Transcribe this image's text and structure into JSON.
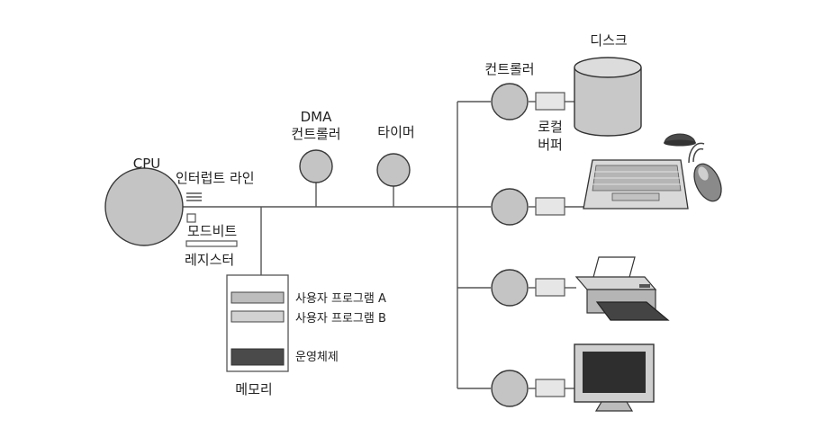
{
  "labels": {
    "cpu": "CPU",
    "interrupt_line": "인터럽트 라인",
    "mode_bit": "모드비트",
    "register": "레지스터",
    "dma_line1": "DMA",
    "dma_line2": "컨트롤러",
    "timer": "타이머",
    "controller": "컨트롤러",
    "disk": "디스크",
    "local_buffer_line1": "로컬",
    "local_buffer_line2": "버퍼",
    "user_program_a": "사용자 프로그램 A",
    "user_program_b": "사용자 프로그램 B",
    "operating_system": "운영체제",
    "memory": "메모리"
  },
  "icons": {
    "disk": "disk-cylinder-icon",
    "keyboard": "keyboard-icon",
    "mouse": "mouse-icon",
    "printer": "printer-icon",
    "monitor": "monitor-icon"
  },
  "colors": {
    "node_fill": "#c4c4c4",
    "wire": "#555555",
    "os_block": "#4a4a4a",
    "program_block": "#bdbdbd"
  }
}
